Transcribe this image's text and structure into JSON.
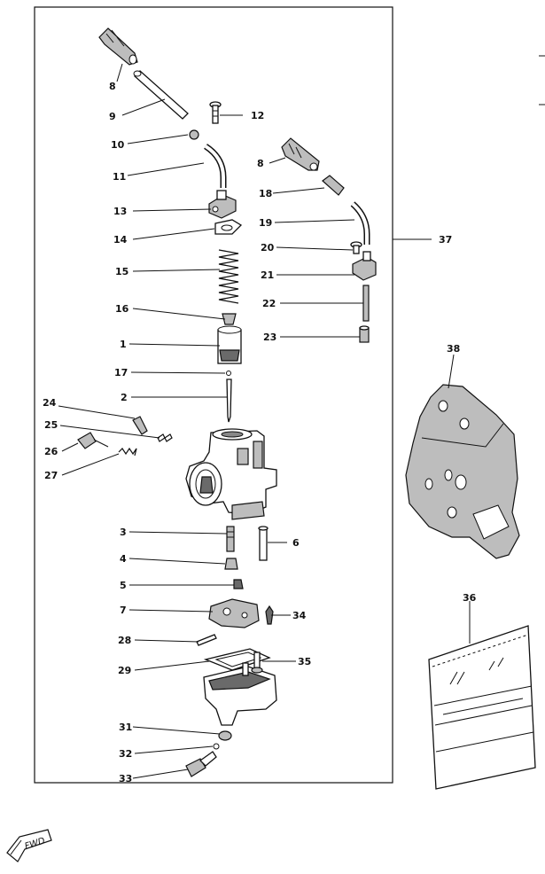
{
  "diagram": {
    "callouts": [
      {
        "id": "c8a",
        "text": "8"
      },
      {
        "id": "c9",
        "text": "9"
      },
      {
        "id": "c12",
        "text": "12"
      },
      {
        "id": "c10",
        "text": "10"
      },
      {
        "id": "c11",
        "text": "11"
      },
      {
        "id": "c8b",
        "text": "8"
      },
      {
        "id": "c18",
        "text": "18"
      },
      {
        "id": "c13",
        "text": "13"
      },
      {
        "id": "c19",
        "text": "19"
      },
      {
        "id": "c14",
        "text": "14"
      },
      {
        "id": "c37",
        "text": "37"
      },
      {
        "id": "c20",
        "text": "20"
      },
      {
        "id": "c15",
        "text": "15"
      },
      {
        "id": "c21",
        "text": "21"
      },
      {
        "id": "c22",
        "text": "22"
      },
      {
        "id": "c16",
        "text": "16"
      },
      {
        "id": "c23",
        "text": "23"
      },
      {
        "id": "c38",
        "text": "38"
      },
      {
        "id": "c1",
        "text": "1"
      },
      {
        "id": "c17",
        "text": "17"
      },
      {
        "id": "c2",
        "text": "2"
      },
      {
        "id": "c24",
        "text": "24"
      },
      {
        "id": "c25",
        "text": "25"
      },
      {
        "id": "c26",
        "text": "26"
      },
      {
        "id": "c27",
        "text": "27"
      },
      {
        "id": "c3",
        "text": "3"
      },
      {
        "id": "c6",
        "text": "6"
      },
      {
        "id": "c4",
        "text": "4"
      },
      {
        "id": "c5",
        "text": "5"
      },
      {
        "id": "c36",
        "text": "36"
      },
      {
        "id": "c7",
        "text": "7"
      },
      {
        "id": "c34",
        "text": "34"
      },
      {
        "id": "c28",
        "text": "28"
      },
      {
        "id": "c29",
        "text": "29"
      },
      {
        "id": "c31",
        "text": "31"
      },
      {
        "id": "c32",
        "text": "32"
      },
      {
        "id": "c35",
        "text": "35"
      },
      {
        "id": "c33",
        "text": "33"
      }
    ],
    "fwd_badge": "FWD",
    "colors": {
      "ink": "#111111",
      "shade": "#bdbdbd",
      "paper": "#ffffff"
    }
  }
}
